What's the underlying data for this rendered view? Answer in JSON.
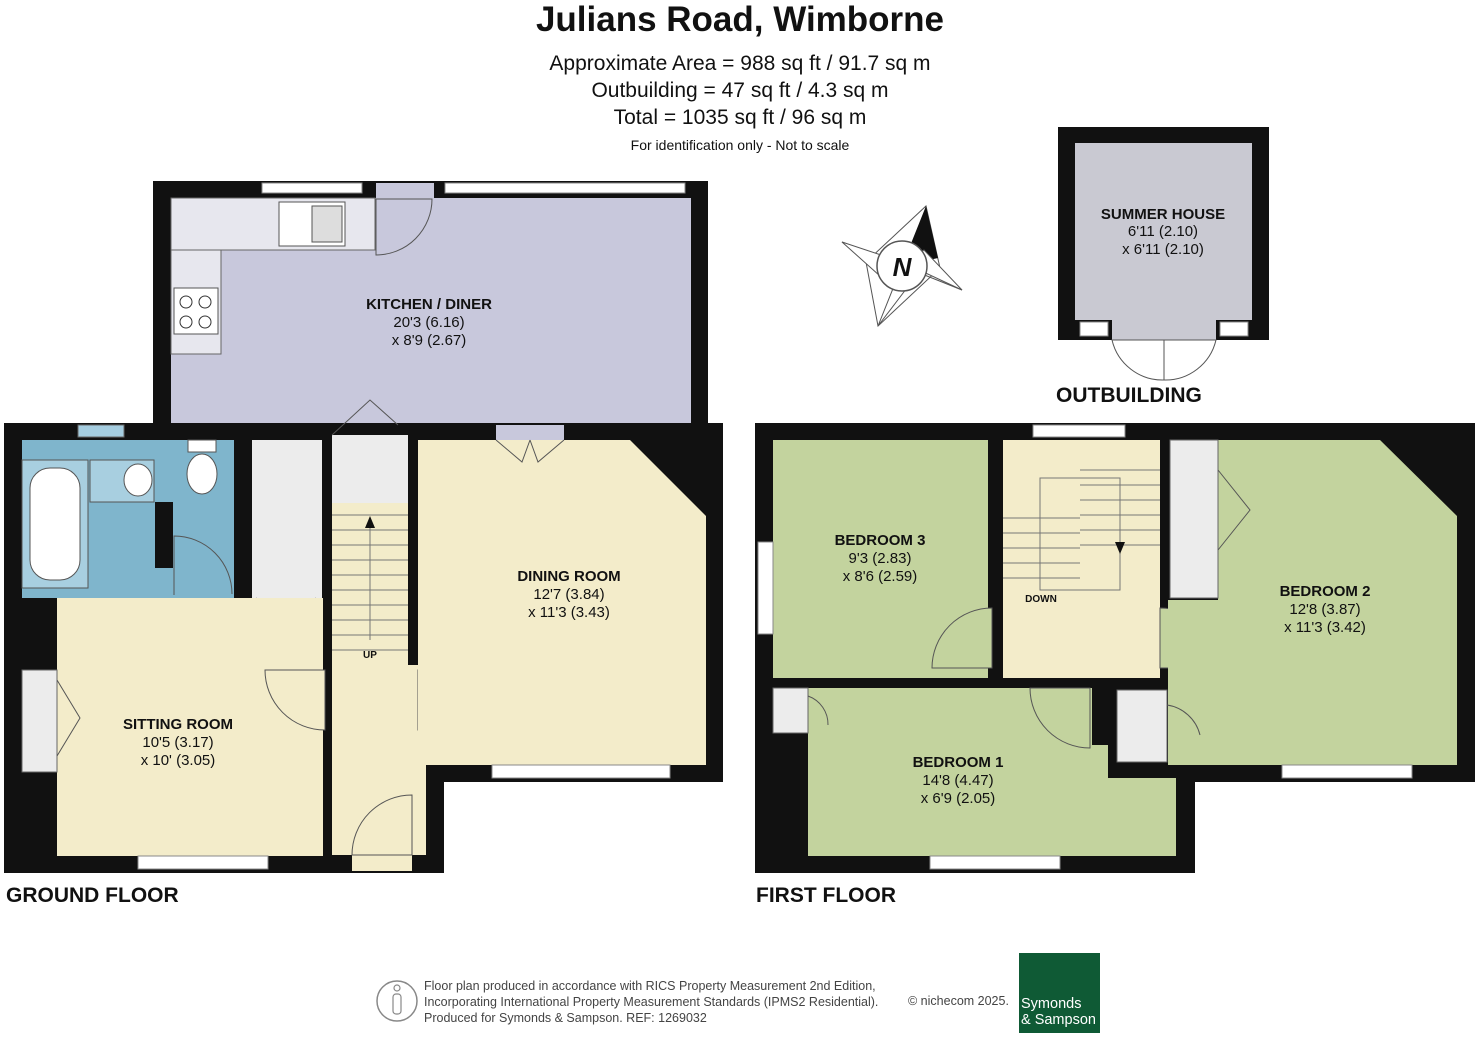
{
  "header": {
    "title": "Julians Road, Wimborne",
    "area_lines": [
      "Approximate Area = 988 sq ft / 91.7 sq m",
      "Outbuilding = 47 sq ft / 4.3 sq m",
      "Total = 1035 sq ft / 96 sq m"
    ],
    "note": "For identification only - Not to scale"
  },
  "compass": {
    "letter": "N"
  },
  "floors": {
    "ground": "GROUND FLOOR",
    "first": "FIRST FLOOR",
    "outbuilding": "OUTBUILDING"
  },
  "rooms": {
    "kitchen": {
      "name": "KITCHEN / DINER",
      "dim1": "20'3 (6.16)",
      "dim2": "x 8'9 (2.67)"
    },
    "dining": {
      "name": "DINING ROOM",
      "dim1": "12'7 (3.84)",
      "dim2": "x 11'3 (3.43)"
    },
    "sitting": {
      "name": "SITTING ROOM",
      "dim1": "10'5 (3.17)",
      "dim2": "x 10' (3.05)"
    },
    "bedroom3": {
      "name": "BEDROOM 3",
      "dim1": "9'3 (2.83)",
      "dim2": "x 8'6 (2.59)"
    },
    "bedroom2": {
      "name": "BEDROOM 2",
      "dim1": "12'8 (3.87)",
      "dim2": "x 11'3 (3.42)"
    },
    "bedroom1": {
      "name": "BEDROOM 1",
      "dim1": "14'8 (4.47)",
      "dim2": "x 6'9 (2.05)"
    },
    "summer": {
      "name": "SUMMER HOUSE",
      "dim1": "6'11 (2.10)",
      "dim2": "x 6'11 (2.10)"
    }
  },
  "stairs": {
    "up": "UP",
    "down": "DOWN"
  },
  "footer": {
    "lines": [
      "Floor plan produced in accordance with RICS Property Measurement 2nd Edition,",
      "Incorporating International Property Measurement Standards (IPMS2 Residential).",
      "Produced for Symonds & Sampson.    REF:  1269032"
    ],
    "copyright": "© nichecom 2025.",
    "brand_line1": "Symonds",
    "brand_line2": "& Sampson"
  },
  "colors": {
    "kitchen": "#c8c8dc",
    "bathroom": "#7fb5cc",
    "hall": "#f3ecca",
    "bedroom": "#c3d39e",
    "summer": "#c9c9d2",
    "wall": "#111111",
    "brand": "#0f5a35"
  }
}
